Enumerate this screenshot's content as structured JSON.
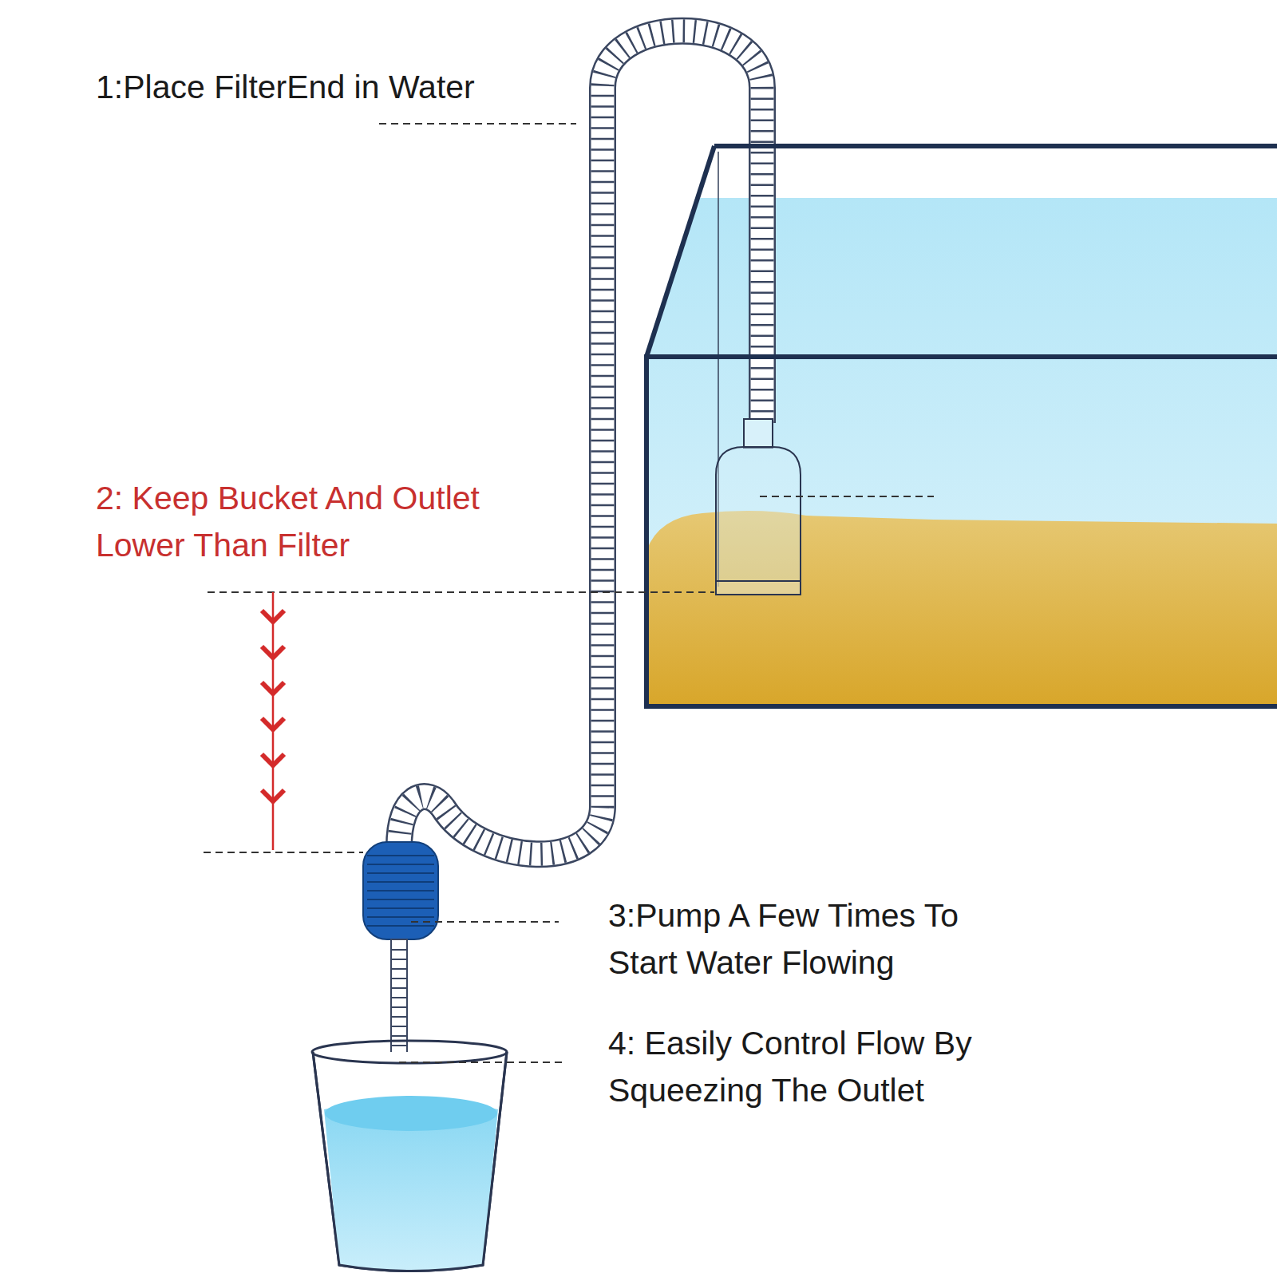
{
  "diagram": {
    "labels": [
      "1:Place FilterEnd in Water",
      "2: Keep Bucket And Outlet Lower Than Filter",
      "3:Pump A Few Times To Start Water Flowing",
      "4: Easily Control Flow By Squeezing The Outlet"
    ]
  }
}
